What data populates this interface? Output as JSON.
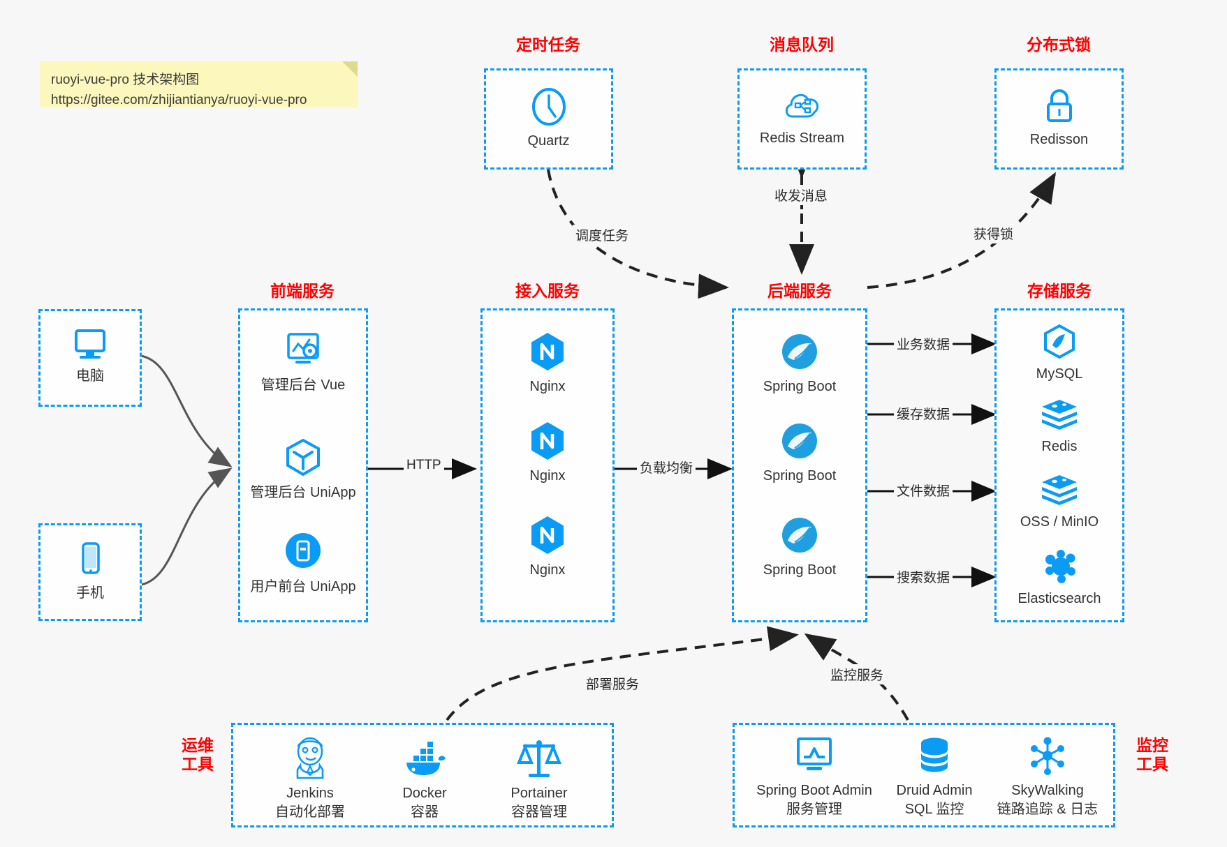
{
  "note": {
    "line1": "ruoyi-vue-pro 技术架构图",
    "line2": "https://gitee.com/zhijiantianya/ruoyi-vue-pro"
  },
  "groups": {
    "scheduler": {
      "title": "定时任务",
      "items": [
        {
          "label": "Quartz",
          "icon": "clock-icon"
        }
      ]
    },
    "mq": {
      "title": "消息队列",
      "items": [
        {
          "label": "Redis Stream",
          "icon": "cloud-stream-icon"
        }
      ]
    },
    "lock": {
      "title": "分布式锁",
      "items": [
        {
          "label": "Redisson",
          "icon": "lock-icon"
        }
      ]
    },
    "client_pc": {
      "title": "",
      "items": [
        {
          "label": "电脑",
          "icon": "desktop-icon"
        }
      ]
    },
    "client_phone": {
      "title": "",
      "items": [
        {
          "label": "手机",
          "icon": "mobile-icon"
        }
      ]
    },
    "frontend": {
      "title": "前端服务",
      "items": [
        {
          "label": "管理后台 Vue",
          "icon": "dashboard-gear-icon"
        },
        {
          "label": "管理后台 UniApp",
          "icon": "cube-icon"
        },
        {
          "label": "用户前台 UniApp",
          "icon": "app-circle-icon"
        }
      ]
    },
    "gateway": {
      "title": "接入服务",
      "items": [
        {
          "label": "Nginx",
          "icon": "nginx-icon"
        },
        {
          "label": "Nginx",
          "icon": "nginx-icon"
        },
        {
          "label": "Nginx",
          "icon": "nginx-icon"
        }
      ]
    },
    "backend": {
      "title": "后端服务",
      "items": [
        {
          "label": "Spring Boot",
          "icon": "spring-boot-icon"
        },
        {
          "label": "Spring Boot",
          "icon": "spring-boot-icon"
        },
        {
          "label": "Spring Boot",
          "icon": "spring-boot-icon"
        }
      ]
    },
    "storage": {
      "title": "存储服务",
      "items": [
        {
          "label": "MySQL",
          "icon": "mysql-icon"
        },
        {
          "label": "Redis",
          "icon": "redis-icon"
        },
        {
          "label": "OSS / MinIO",
          "icon": "oss-icon"
        },
        {
          "label": "Elasticsearch",
          "icon": "elasticsearch-icon"
        }
      ]
    },
    "ops": {
      "title": "运维\n工具",
      "title_line1": "运维",
      "title_line2": "工具",
      "items": [
        {
          "label": "Jenkins",
          "sub": "自动化部署",
          "icon": "jenkins-icon"
        },
        {
          "label": "Docker",
          "sub": "容器",
          "icon": "docker-icon"
        },
        {
          "label": "Portainer",
          "sub": "容器管理",
          "icon": "scales-icon"
        }
      ]
    },
    "monitor": {
      "title": "监控\n工具",
      "title_line1": "监控",
      "title_line2": "工具",
      "items": [
        {
          "label": "Spring Boot Admin",
          "sub": "服务管理",
          "icon": "monitor-chart-icon"
        },
        {
          "label": "Druid Admin",
          "sub": "SQL 监控",
          "icon": "database-icon"
        },
        {
          "label": "SkyWalking",
          "sub": "链路追踪 & 日志",
          "icon": "skywalking-icon"
        }
      ]
    }
  },
  "edges": {
    "schedule_task": "调度任务",
    "send_receive_message": "收发消息",
    "acquire_lock": "获得锁",
    "http": "HTTP",
    "load_balance": "负载均衡",
    "business_data": "业务数据",
    "cache_data": "缓存数据",
    "file_data": "文件数据",
    "search_data": "搜索数据",
    "deploy_service": "部署服务",
    "monitor_service": "监控服务"
  },
  "colors": {
    "accent_blue": "#0a9bf5",
    "title_red": "#ff0000",
    "note_yellow": "#fcf7bd",
    "background": "#f7f7f7",
    "arrow_gray": "#555555",
    "dashed_arrow": "#222222"
  }
}
